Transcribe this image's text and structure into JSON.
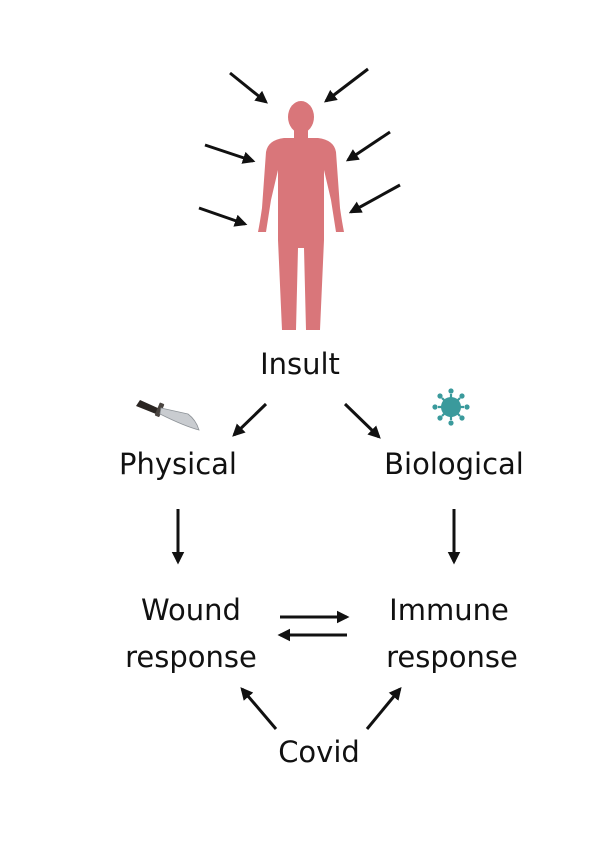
{
  "colors": {
    "background": "#ffffff",
    "figure": "#d9767a",
    "text": "#111111",
    "arrow": "#111111",
    "virus": "#3a9a9c",
    "knife_blade": "#c9ccd0",
    "knife_handle": "#2a2522"
  },
  "icons": {
    "human": "human-figure-icon",
    "knife": "knife-icon",
    "virus": "virus-icon"
  },
  "nodes": {
    "insult": "Insult",
    "physical": "Physical",
    "biological": "Biological",
    "wound_line1": "Wound",
    "wound_line2": "response",
    "immune_line1": "Immune",
    "immune_line2": "response",
    "covid": "Covid"
  }
}
